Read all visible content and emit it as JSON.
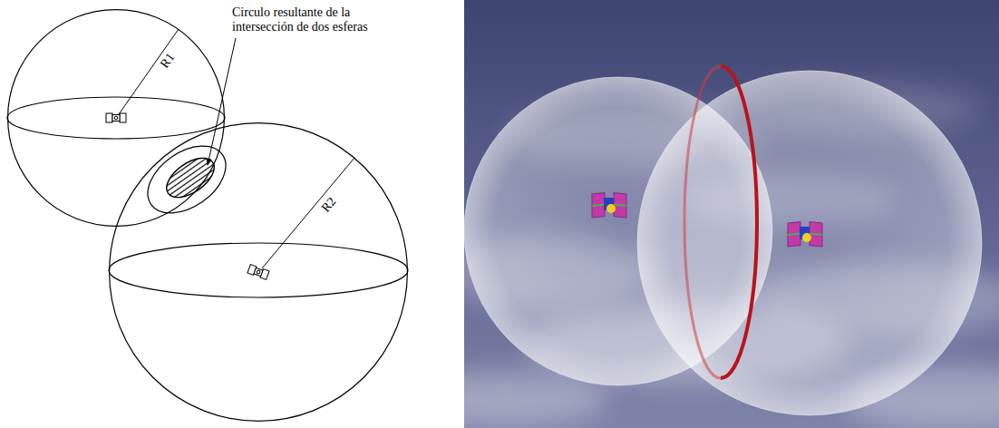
{
  "diagram": {
    "nodes": [
      {
        "text": [
          "R1"
        ]
      },
      {
        "text": [
          "R2"
        ]
      }
    ],
    "labels": [
      "Circulo resultante de la intersección de dos esferas"
    ]
  }
}
